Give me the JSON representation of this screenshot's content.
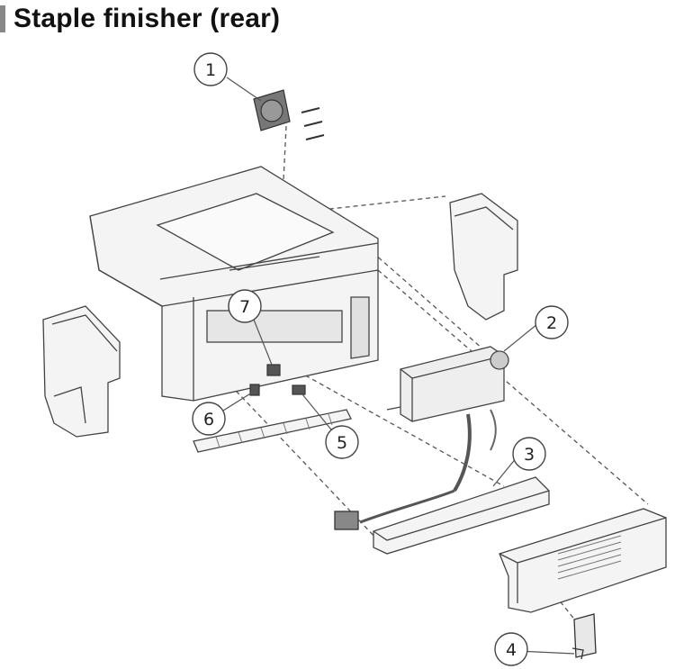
{
  "title": "Staple finisher (rear)",
  "callouts": [
    {
      "number": "1"
    },
    {
      "number": "2"
    },
    {
      "number": "3"
    },
    {
      "number": "4"
    },
    {
      "number": "5"
    },
    {
      "number": "6"
    },
    {
      "number": "7"
    }
  ],
  "colors": {
    "title_accent": "#888888",
    "line": "#555555",
    "outline": "#444444",
    "part_fill": "#f4f4f4",
    "dark_part": "#555555"
  }
}
